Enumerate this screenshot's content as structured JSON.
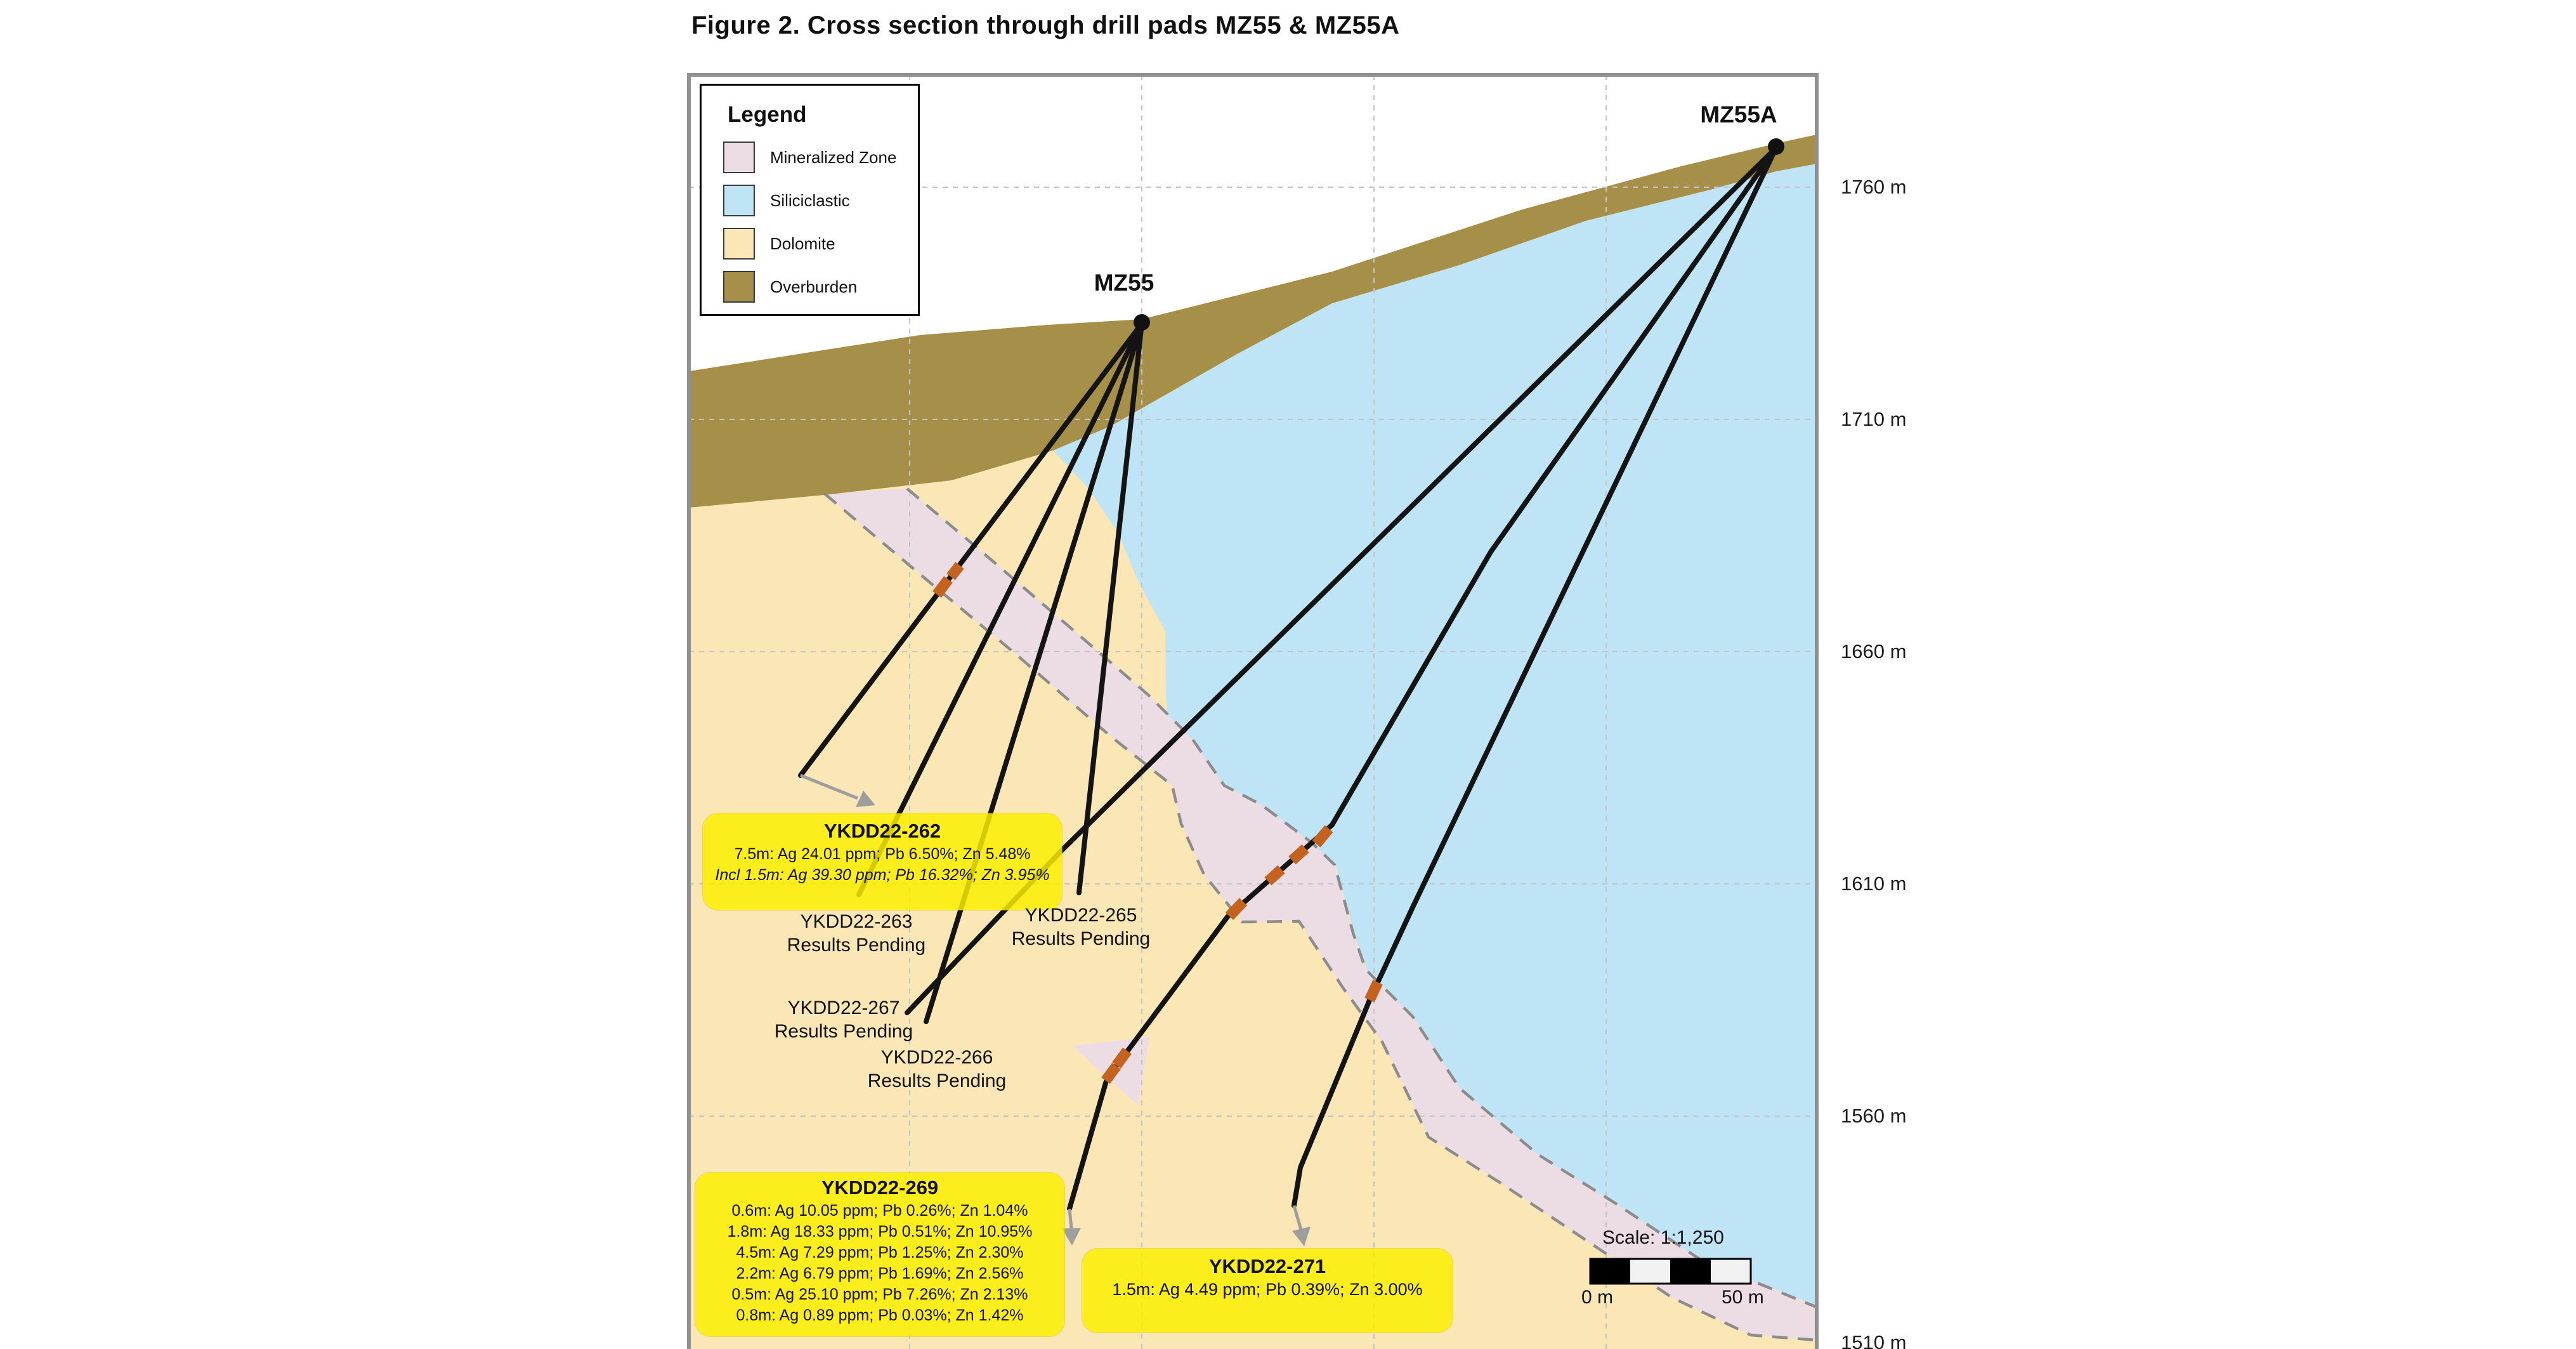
{
  "title": "Figure 2. Cross section through drill pads MZ55 & MZ55A",
  "pads": {
    "mz55": "MZ55",
    "mz55a": "MZ55A"
  },
  "legend": {
    "title": "Legend",
    "items": [
      {
        "label": "Mineralized Zone",
        "color": "#ecdce4"
      },
      {
        "label": "Siliciclastic",
        "color": "#bfe4f6"
      },
      {
        "label": "Dolomite",
        "color": "#fbe7b6"
      },
      {
        "label": "Overburden",
        "color": "#a69049"
      }
    ]
  },
  "colors": {
    "mineralized": "#ecdce4",
    "siliciclastic": "#bfe4f6",
    "dolomite": "#fbe7b6",
    "overburden": "#a69049",
    "sky": "#ffffff",
    "highlight_box": "#fcee00",
    "drill_trace": "#141414",
    "intercept": "#c4631f",
    "leader_arrow": "#9e9e9e",
    "grid": "#c4c4c4",
    "frame": "#909090",
    "zone_outline": "#8c8c8c"
  },
  "holes": {
    "h262": {
      "name": "YKDD22-262",
      "line1": "7.5m: Ag 24.01 ppm; Pb 6.50%; Zn 5.48%",
      "line2": "Incl 1.5m: Ag 39.30 ppm; Pb 16.32%; Zn 3.95%"
    },
    "h263": {
      "name": "YKDD22-263",
      "status": "Results Pending"
    },
    "h265": {
      "name": "YKDD22-265",
      "status": "Results Pending"
    },
    "h267": {
      "name": "YKDD22-267",
      "status": "Results Pending"
    },
    "h266": {
      "name": "YKDD22-266",
      "status": "Results Pending"
    },
    "h269": {
      "name": "YKDD22-269",
      "lines": [
        "0.6m: Ag 10.05 ppm; Pb 0.26%; Zn 1.04%",
        "1.8m: Ag 18.33 ppm; Pb 0.51%; Zn 10.95%",
        "4.5m: Ag 7.29 ppm; Pb 1.25%; Zn 2.30%",
        "2.2m: Ag 6.79 ppm; Pb 1.69%; Zn 2.56%",
        "0.5m: Ag 25.10 ppm; Pb 7.26%; Zn 2.13%",
        "0.8m: Ag 0.89 ppm; Pb 0.03%; Zn 1.42%"
      ]
    },
    "h271": {
      "name": "YKDD22-271",
      "line1": "1.5m: Ag 4.49 ppm; Pb 0.39%; Zn 3.00%"
    }
  },
  "elevations": [
    "1760 m",
    "1710 m",
    "1660 m",
    "1610 m",
    "1560 m",
    "1510 m"
  ],
  "scalebar": {
    "label": "Scale: 1:1,250",
    "zero": "0 m",
    "fifty": "50 m"
  }
}
